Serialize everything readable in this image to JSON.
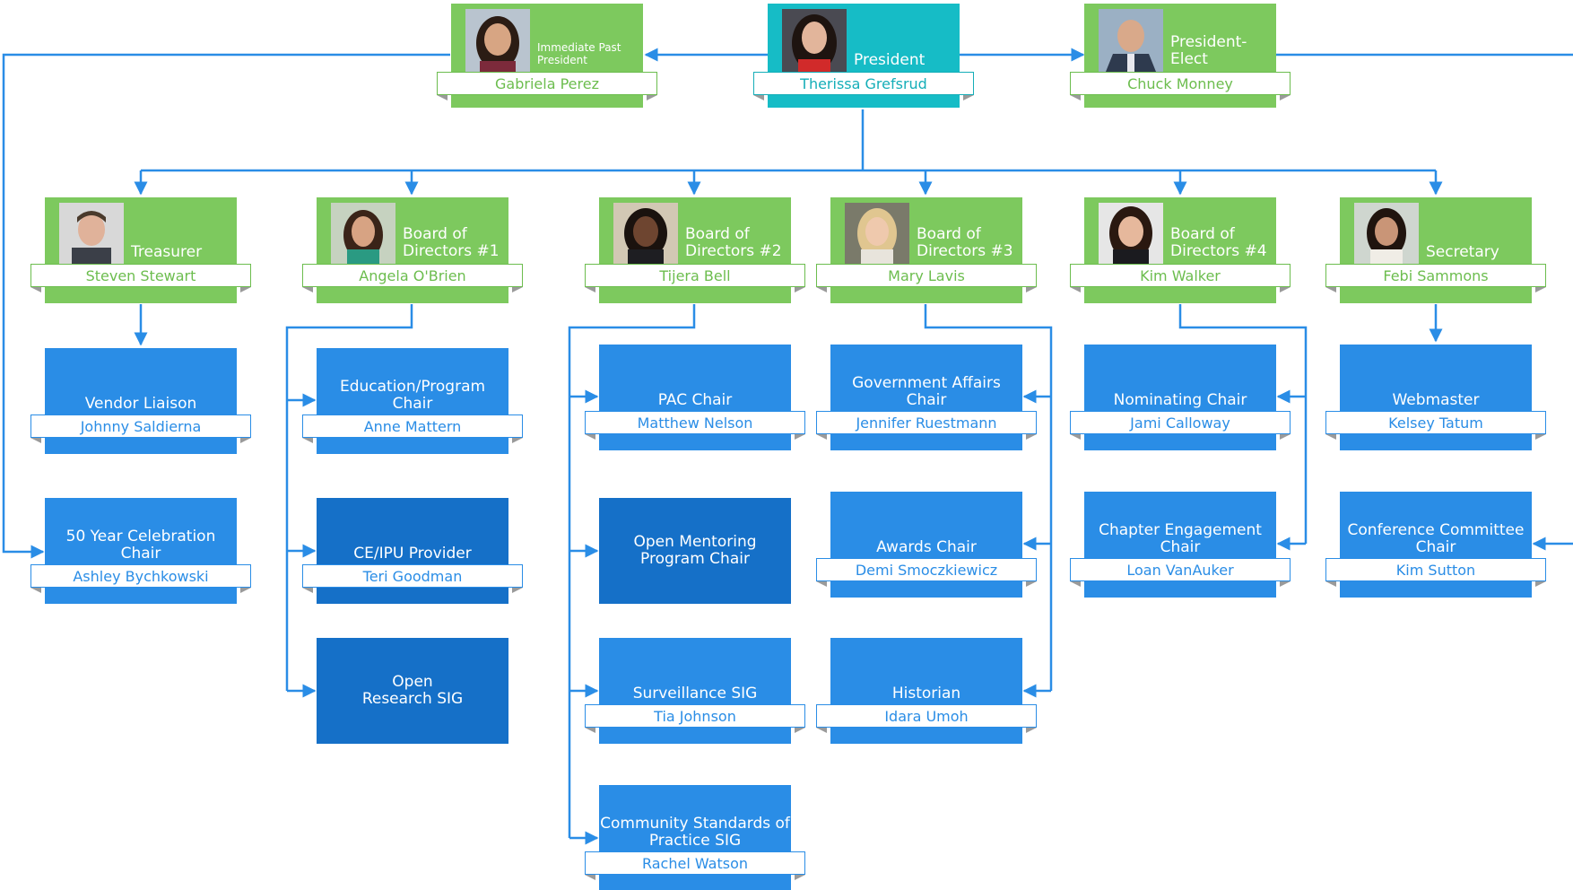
{
  "top": {
    "past_president": {
      "title": "Immediate Past President",
      "name": "Gabriela Perez"
    },
    "president": {
      "title": "President",
      "name": "Therissa Grefsrud"
    },
    "president_elect": {
      "title": "President-Elect",
      "name": "Chuck Monney"
    }
  },
  "officers": [
    {
      "title": "Treasurer",
      "name": "Steven Stewart"
    },
    {
      "title": "Board of Directors #1",
      "name": "Angela O'Brien"
    },
    {
      "title": "Board of Directors #2",
      "name": "Tijera Bell"
    },
    {
      "title": "Board of Directors #3",
      "name": "Mary Lavis"
    },
    {
      "title": "Board of Directors #4",
      "name": "Kim Walker"
    },
    {
      "title": "Secretary",
      "name": "Febi Sammons"
    }
  ],
  "roles": {
    "vendor_liaison": {
      "title": "Vendor Liaison",
      "name": "Johnny Saldierna"
    },
    "fifty_year": {
      "title": "50 Year Celebration Chair",
      "name": "Ashley Bychkowski"
    },
    "education": {
      "title": "Education/Program Chair",
      "name": "Anne Mattern"
    },
    "ce_ipu": {
      "title": "CE/IPU Provider",
      "name": "Teri Goodman"
    },
    "research_sig": {
      "title": "Open Research SIG"
    },
    "pac": {
      "title": "PAC Chair",
      "name": "Matthew Nelson"
    },
    "mentoring": {
      "title": "Open Mentoring Program Chair"
    },
    "surveillance": {
      "title": "Surveillance SIG",
      "name": "Tia Johnson"
    },
    "community": {
      "title": "Community Standards of Practice SIG",
      "name": "Rachel Watson"
    },
    "gov_affairs": {
      "title": "Government Affairs Chair",
      "name": "Jennifer Ruestmann"
    },
    "awards": {
      "title": "Awards Chair",
      "name": "Demi Smoczkiewicz"
    },
    "historian": {
      "title": "Historian",
      "name": "Idara Umoh"
    },
    "nominating": {
      "title": "Nominating Chair",
      "name": "Jami Calloway"
    },
    "engagement": {
      "title": "Chapter Engagement Chair",
      "name": "Loan VanAuker"
    },
    "webmaster": {
      "title": "Webmaster",
      "name": "Kelsey Tatum"
    },
    "conference": {
      "title": "Conference Committee Chair",
      "name": "Kim Sutton"
    }
  },
  "colors": {
    "officer": "#7dc95e",
    "president": "#16bcc6",
    "role": "#2a8de6",
    "open_role": "#1570c8",
    "connector": "#2a8de6"
  }
}
